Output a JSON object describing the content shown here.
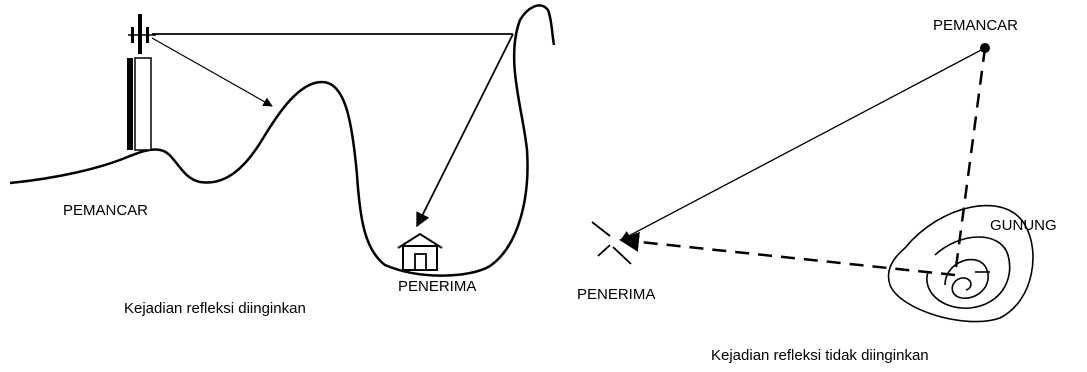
{
  "left_diagram": {
    "transmitter_label": "PEMANCAR",
    "receiver_label": "PENERIMA",
    "caption": "Kejadian refleksi diinginkan"
  },
  "right_diagram": {
    "transmitter_label": "PEMANCAR",
    "receiver_label": "PENERIMA",
    "mountain_label": "GUNUNG",
    "caption": "Kejadian refleksi tidak diinginkan"
  },
  "colors": {
    "ink": "#000000",
    "background": "#ffffff"
  }
}
